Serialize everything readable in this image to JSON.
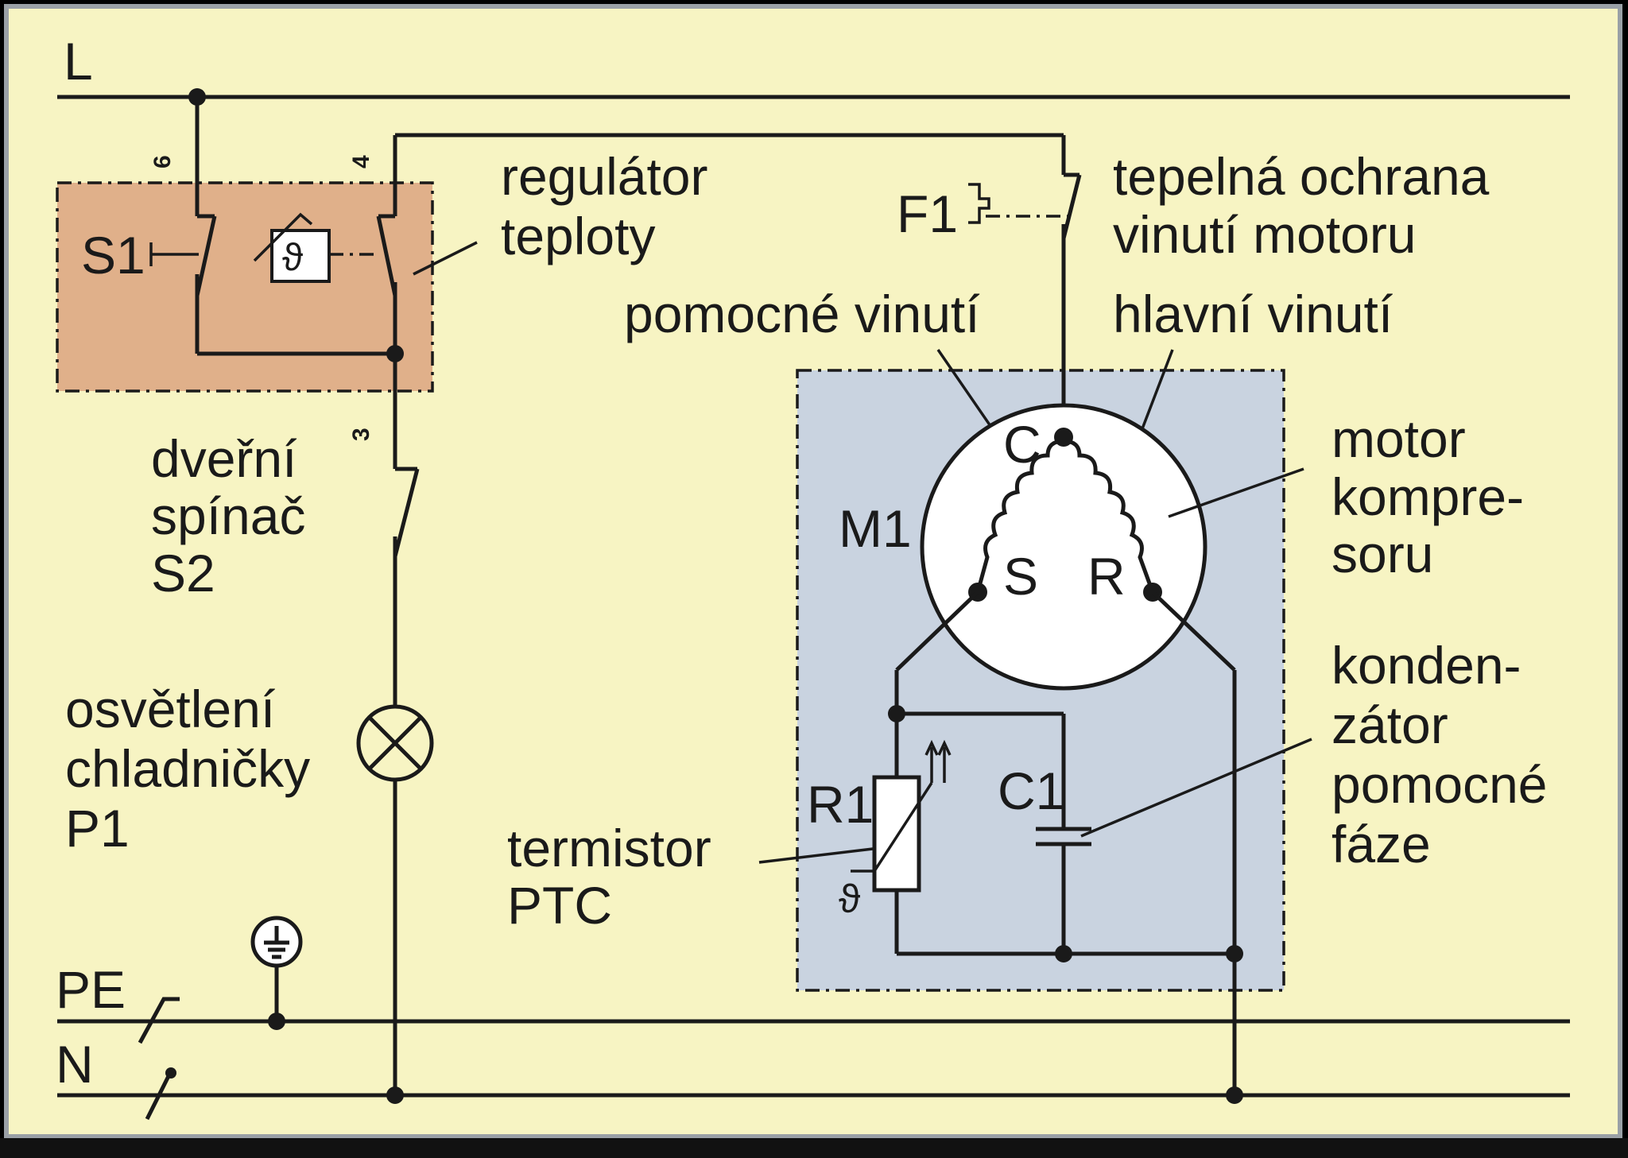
{
  "colors": {
    "background": "#f7f4c3",
    "frame": "#9aa0a6",
    "switch_box": "#e0b08a",
    "motor_box": "#c9d3e0",
    "line": "#1a1a1a"
  },
  "lines": {
    "L": "L",
    "PE": "PE",
    "N": "N"
  },
  "terminals": {
    "t6": "6",
    "t4": "4",
    "t3": "3"
  },
  "temperature_controller": {
    "switch_label": "S1",
    "sensor_symbol": "ϑ",
    "label_line1": "regulátor",
    "label_line2": "teploty"
  },
  "door_switch": {
    "line1": "dveřní",
    "line2": "spínač",
    "line3": "S2"
  },
  "fridge_light": {
    "line1": "osvětlení",
    "line2": "chladničky",
    "line3": "P1"
  },
  "thermal_protection": {
    "ref": "F1",
    "line1": "tepelná ochrana",
    "line2": "vinutí motoru"
  },
  "windings": {
    "auxiliary": "pomocné vinutí",
    "main": "hlavní vinutí"
  },
  "motor": {
    "ref": "M1",
    "terminal_c": "C",
    "terminal_s": "S",
    "terminal_r": "R",
    "line1": "motor",
    "line2": "kompre-",
    "line3": "soru"
  },
  "capacitor": {
    "ref": "C1",
    "line1": "konden-",
    "line2": "zátor",
    "line3": "pomocné",
    "line4": "fáze"
  },
  "thermistor": {
    "ref": "R1",
    "symbol": "ϑ",
    "line1": "termistor",
    "line2": "PTC"
  }
}
